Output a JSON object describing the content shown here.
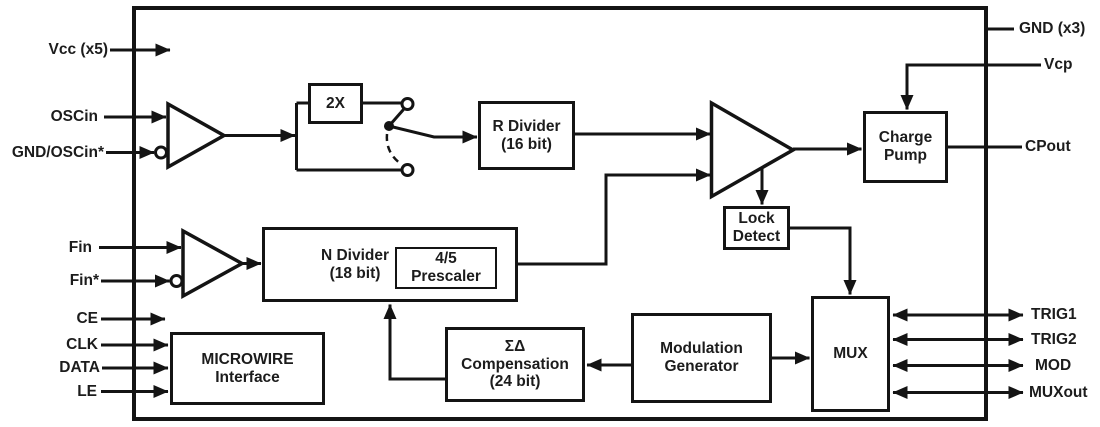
{
  "title": "PLL frequency synthesizer functional block diagram",
  "colors": {
    "line": "#141414",
    "text": "#1c1c1c",
    "background": "#ffffff"
  },
  "pins": {
    "left": [
      {
        "id": "vcc",
        "label": "Vcc (x5)"
      },
      {
        "id": "oscin",
        "label": "OSCin"
      },
      {
        "id": "gnd-oscinb",
        "label": "GND/OSCin*"
      },
      {
        "id": "fin",
        "label": "Fin"
      },
      {
        "id": "finb",
        "label": "Fin*"
      },
      {
        "id": "ce",
        "label": "CE"
      },
      {
        "id": "clk",
        "label": "CLK"
      },
      {
        "id": "data",
        "label": "DATA"
      },
      {
        "id": "le",
        "label": "LE"
      }
    ],
    "right": [
      {
        "id": "gnd",
        "label": "GND (x3)"
      },
      {
        "id": "vcp",
        "label": "Vcp"
      },
      {
        "id": "cpout",
        "label": "CPout"
      },
      {
        "id": "trig1",
        "label": "TRIG1"
      },
      {
        "id": "trig2",
        "label": "TRIG2"
      },
      {
        "id": "mod",
        "label": "MOD"
      },
      {
        "id": "muxout",
        "label": "MUXout"
      }
    ]
  },
  "blocks": {
    "doubler": {
      "label": "2X"
    },
    "r_divider": {
      "line1": "R Divider",
      "line2": "(16 bit)"
    },
    "n_divider": {
      "line1": "N Divider",
      "line2": "(18 bit)"
    },
    "prescaler": {
      "line1": "4/5",
      "line2": "Prescaler"
    },
    "microwire": {
      "line1": "MICROWIRE",
      "line2": "Interface"
    },
    "sigma_delta": {
      "line1": "ΣΔ",
      "line2": "Compensation",
      "line3": "(24 bit)"
    },
    "mod_gen": {
      "line1": "Modulation",
      "line2": "Generator"
    },
    "mux": {
      "label": "MUX"
    },
    "lock_detect": {
      "line1": "Lock",
      "line2": "Detect"
    },
    "charge_pump": {
      "line1": "Charge",
      "line2": "Pump"
    }
  }
}
